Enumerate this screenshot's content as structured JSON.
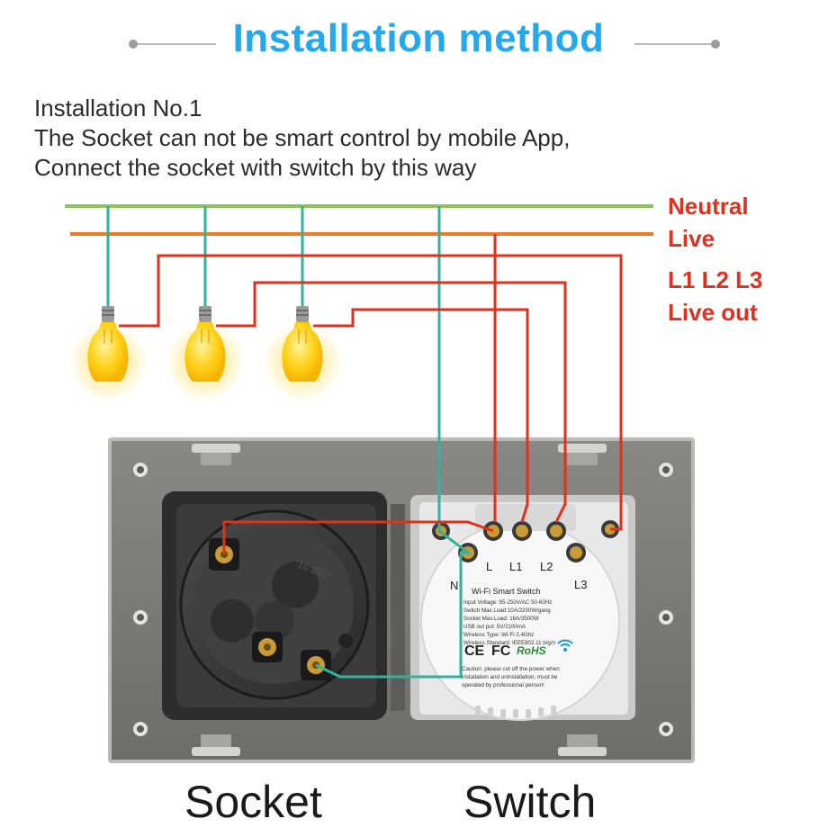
{
  "header": {
    "title": "Installation method"
  },
  "intro": {
    "lines": [
      "Installation No.1",
      "The Socket can not be smart control by mobile App,",
      "Connect the socket with switch by this way"
    ]
  },
  "wire_labels": {
    "neutral": "Neutral",
    "live": "Live",
    "l123": "L1 L2 L3",
    "live_out": "Live out"
  },
  "switch_panel": {
    "terminals": {
      "n": "N",
      "l": "L",
      "l1": "L1",
      "l2": "L2",
      "l3": "L3"
    },
    "title": "Wi-Fi Smart Switch",
    "specs": [
      "Input Voltage: 95-250V/AC 50-60Hz",
      "Switch Max.Load:10A/2200W/gang",
      "Socket Max.Load: 16A/3500W",
      "USB out put: 5V/2100mA",
      "Wireless Type: Wi-Fi 2.4Ghz",
      "Wireless Standard: IEEE802.11 b/g/n"
    ],
    "marks": {
      "ce": "CE",
      "fc": "FC",
      "rohs": "RoHS"
    },
    "caution": [
      "Caution: please cut off the power when",
      "installation and uninstallation, must be",
      "operated by professional person!"
    ]
  },
  "socket_panel": {
    "rating": "16 250~"
  },
  "labels": {
    "socket": "Socket",
    "switch": "Switch"
  },
  "colors": {
    "title": "#22a8ee",
    "neutral_wire": "#8fc25a",
    "live_wire": "#f07a2a",
    "live_out_wire": "#e0301e",
    "neutral_drop": "#2fb39a",
    "bulb": "#ffd21a",
    "frame": "#7e7c78"
  }
}
